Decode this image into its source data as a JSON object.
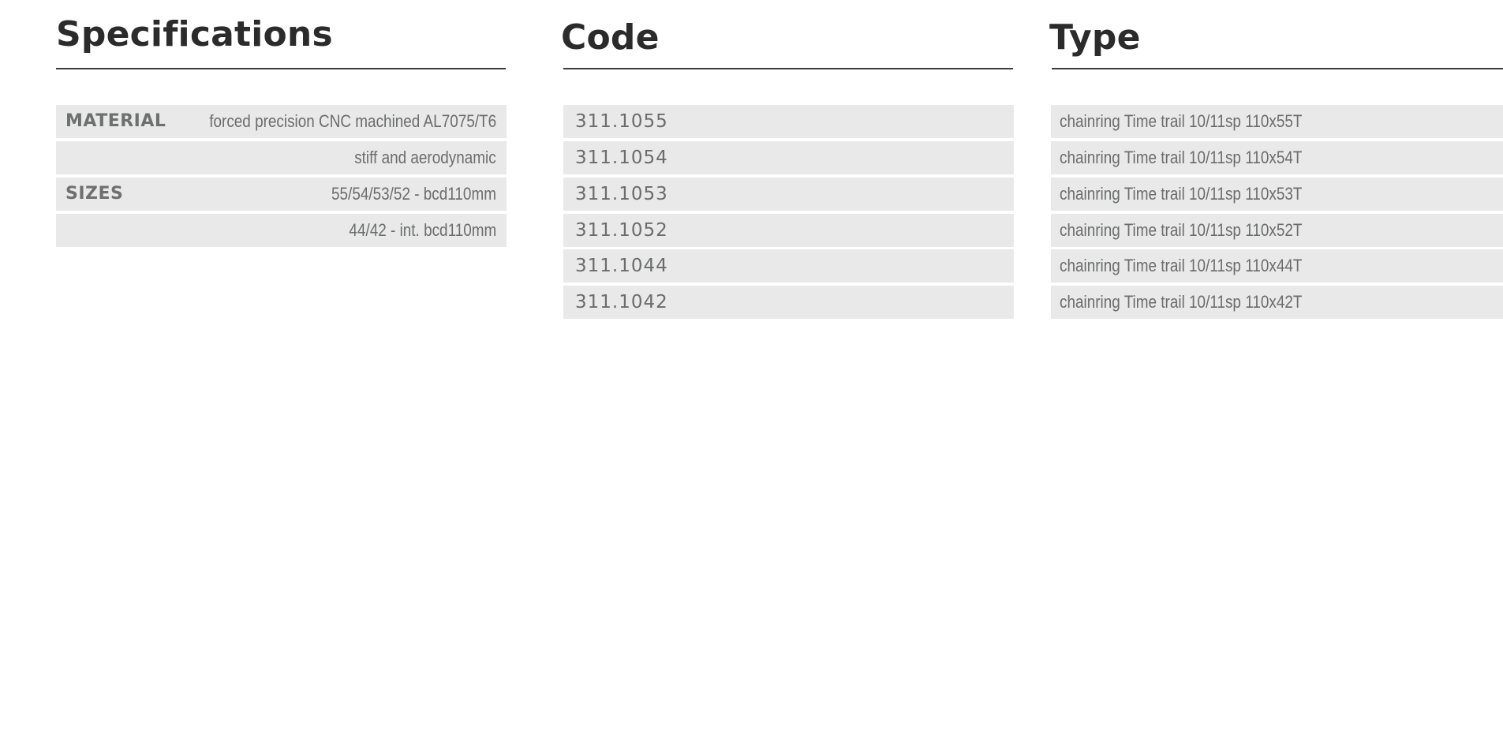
{
  "specifications": {
    "title": "Specifications",
    "rows": [
      {
        "label": "MATERIAL",
        "value": "forced precision CNC machined AL7075/T6"
      },
      {
        "label": "",
        "value": "stiff and aerodynamic"
      },
      {
        "label": "SIZES",
        "value": "55/54/53/52 - bcd110mm"
      },
      {
        "label": "",
        "value": "44/42 - int. bcd110mm"
      }
    ]
  },
  "code": {
    "title": "Code",
    "values": [
      "311.1055",
      "311.1054",
      "311.1053",
      "311.1052",
      "311.1044",
      "311.1042"
    ]
  },
  "type": {
    "title": "Type",
    "values": [
      "chainring Time trail 10/11sp 110x55T",
      "chainring Time trail 10/11sp 110x54T",
      "chainring Time trail 10/11sp 110x53T",
      "chainring Time trail 10/11sp 110x52T",
      "chainring Time trail 10/11sp 110x44T",
      "chainring Time trail 10/11sp 110x42T"
    ]
  }
}
